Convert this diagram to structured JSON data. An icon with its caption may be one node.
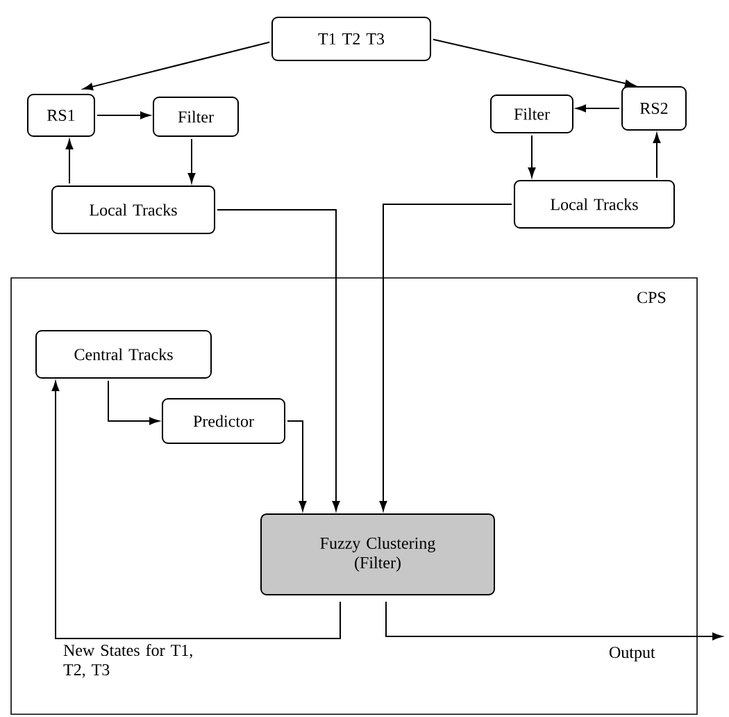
{
  "diagram": {
    "nodes": [
      {
        "text": [
          "T1   T2   T3"
        ]
      },
      {
        "text": [
          "RS1"
        ]
      },
      {
        "text": [
          "Filter"
        ]
      },
      {
        "text": [
          "Local Tracks"
        ]
      },
      {
        "text": [
          "Filter"
        ]
      },
      {
        "text": [
          "RS2"
        ]
      },
      {
        "text": [
          "Local Tracks"
        ]
      },
      {
        "text": [
          "CPS"
        ]
      },
      {
        "text": [
          "Central Tracks"
        ],
        "in": 7
      },
      {
        "text": [
          "Predictor"
        ],
        "in": 7
      },
      {
        "text": [
          "Fuzzy Clustering (Filter)"
        ],
        "in": 7
      }
    ],
    "edges": [
      {
        "from": 0,
        "to": 1,
        "arrow": "to"
      },
      {
        "from": 0,
        "to": 5,
        "arrow": "to"
      },
      {
        "from": 1,
        "to": 2,
        "arrow": "to"
      },
      {
        "from": 2,
        "to": 3,
        "arrow": "to"
      },
      {
        "from": 3,
        "to": 1,
        "arrow": "to"
      },
      {
        "from": 5,
        "to": 4,
        "arrow": "to"
      },
      {
        "from": 4,
        "to": 6,
        "arrow": "to"
      },
      {
        "from": 6,
        "to": 5,
        "arrow": "to"
      },
      {
        "from": 3,
        "to": 10,
        "arrow": "to"
      },
      {
        "from": 6,
        "to": 10,
        "arrow": "to"
      },
      {
        "from": 8,
        "to": 9,
        "arrow": "to"
      },
      {
        "from": 9,
        "to": 10,
        "arrow": "to"
      },
      {
        "from": 10,
        "to": 8,
        "arrow": "to",
        "label": "New States for T1, T2, T3"
      },
      {
        "from": 10,
        "to": null,
        "arrow": "to",
        "label": "Output"
      }
    ]
  }
}
